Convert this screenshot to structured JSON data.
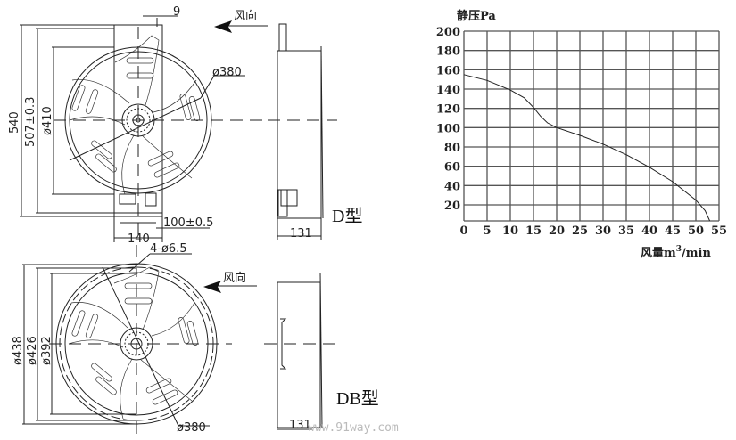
{
  "drawing_d": {
    "title": "D型",
    "wind_label": "风向",
    "dims": {
      "top_tab": "9",
      "diameter_blade": "ø380",
      "height": "540",
      "mount_spacing": "507±0.3",
      "diameter_ring": "ø410",
      "slot_spacing": "100±0.5",
      "bracket_width": "140",
      "depth": "131"
    }
  },
  "drawing_db": {
    "title": "DB型",
    "wind_label": "风向",
    "dims": {
      "holes": "4-ø6.5",
      "outer": "ø438",
      "mount": "ø426",
      "inner": "ø392",
      "diameter_blade": "ø380",
      "depth": "131"
    }
  },
  "watermark": "www.91way.com",
  "chart_data": {
    "type": "line",
    "title": "",
    "ylabel": "静压Pa",
    "xlabel": "风量m³/min",
    "xlabel_parts": {
      "pre": "风量m",
      "sup": "3",
      "post": "/min"
    },
    "xlim": [
      0,
      55
    ],
    "ylim": [
      3.4,
      200
    ],
    "grid": true,
    "xticks": [
      0,
      5,
      10,
      15,
      20,
      25,
      30,
      35,
      40,
      45,
      50,
      55
    ],
    "yticks": [
      20,
      40,
      60,
      80,
      100,
      120,
      140,
      160,
      180,
      200
    ],
    "series": [
      {
        "name": "static pressure",
        "x": [
          0,
          5,
          10,
          13,
          15,
          16.5,
          18,
          20,
          25,
          30,
          35,
          40,
          45,
          50,
          52,
          53
        ],
        "y": [
          155,
          149,
          139,
          131,
          121,
          112,
          105,
          100,
          92,
          83,
          72,
          59,
          44,
          25,
          14,
          3.4
        ]
      }
    ]
  }
}
